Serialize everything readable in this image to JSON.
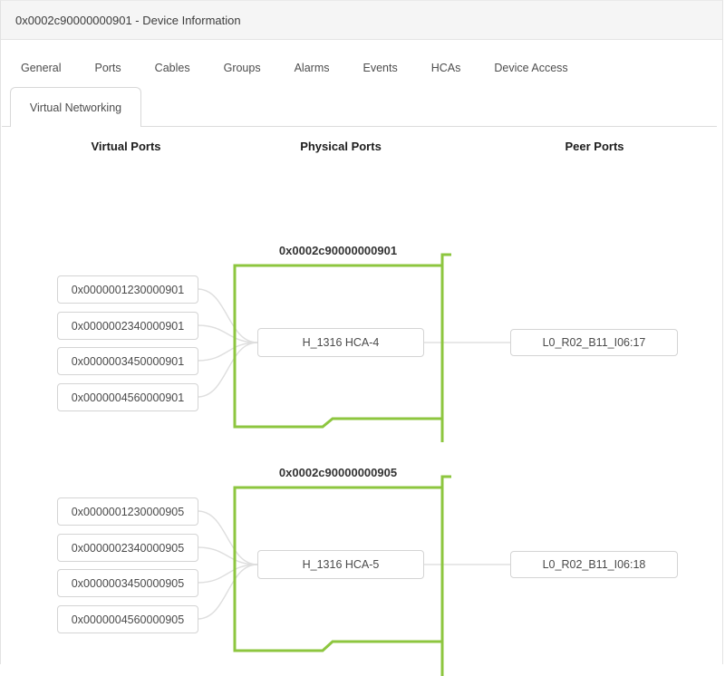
{
  "window": {
    "title": "0x0002c90000000901 - Device Information"
  },
  "tabs": [
    "General",
    "Ports",
    "Cables",
    "Groups",
    "Alarms",
    "Events",
    "HCAs",
    "Device Access"
  ],
  "subtab": {
    "label": "Virtual Networking"
  },
  "columns": {
    "virtual": "Virtual Ports",
    "physical": "Physical Ports",
    "peer": "Peer Ports"
  },
  "colors": {
    "accent_green": "#8dc63f",
    "connector_gray": "#e0e0e0",
    "node_border": "#d4d4d4",
    "titlebar_bg": "#f5f5f5"
  },
  "diagram": {
    "groups": [
      {
        "guid": "0x0002c90000000901",
        "physical_port": "H_1316 HCA-4",
        "peer_port": "L0_R02_B11_I06:17",
        "virtual_ports": [
          "0x0000001230000901",
          "0x0000002340000901",
          "0x0000003450000901",
          "0x0000004560000901"
        ]
      },
      {
        "guid": "0x0002c90000000905",
        "physical_port": "H_1316 HCA-5",
        "peer_port": "L0_R02_B11_I06:18",
        "virtual_ports": [
          "0x0000001230000905",
          "0x0000002340000905",
          "0x0000003450000905",
          "0x0000004560000905"
        ]
      }
    ]
  }
}
